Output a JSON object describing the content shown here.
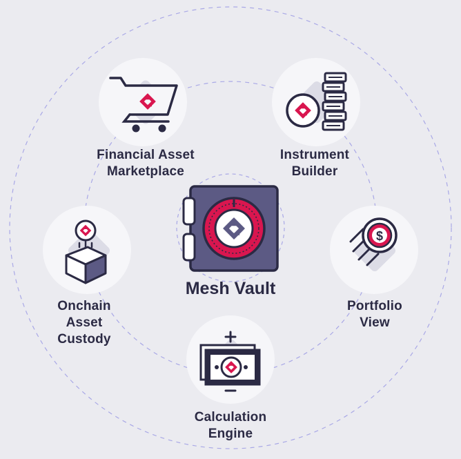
{
  "center": {
    "title": "Mesh Vault",
    "icon": "vault-safe-icon"
  },
  "nodes": [
    {
      "id": "marketplace",
      "lines": [
        "Financial Asset",
        "Marketplace"
      ],
      "icon": "shopping-cart-icon"
    },
    {
      "id": "builder",
      "lines": [
        "Instrument",
        "Builder"
      ],
      "icon": "coin-stack-icon"
    },
    {
      "id": "portfolio",
      "lines": [
        "Portfolio",
        "View"
      ],
      "icon": "dollar-coin-icon"
    },
    {
      "id": "calculation",
      "lines": [
        "Calculation",
        "Engine"
      ],
      "icon": "banknote-icon"
    },
    {
      "id": "custody",
      "lines": [
        "Onchain",
        "Asset",
        "Custody"
      ],
      "icon": "box-custody-icon"
    }
  ],
  "colors": {
    "background": "#ebebf0",
    "circle_fill": "#f6f6f9",
    "diamond_fill": "#dcdce6",
    "ink": "#2b2a44",
    "vault_body": "#5c5a84",
    "accent": "#d9164f",
    "dashed": "#a9a8e6"
  }
}
